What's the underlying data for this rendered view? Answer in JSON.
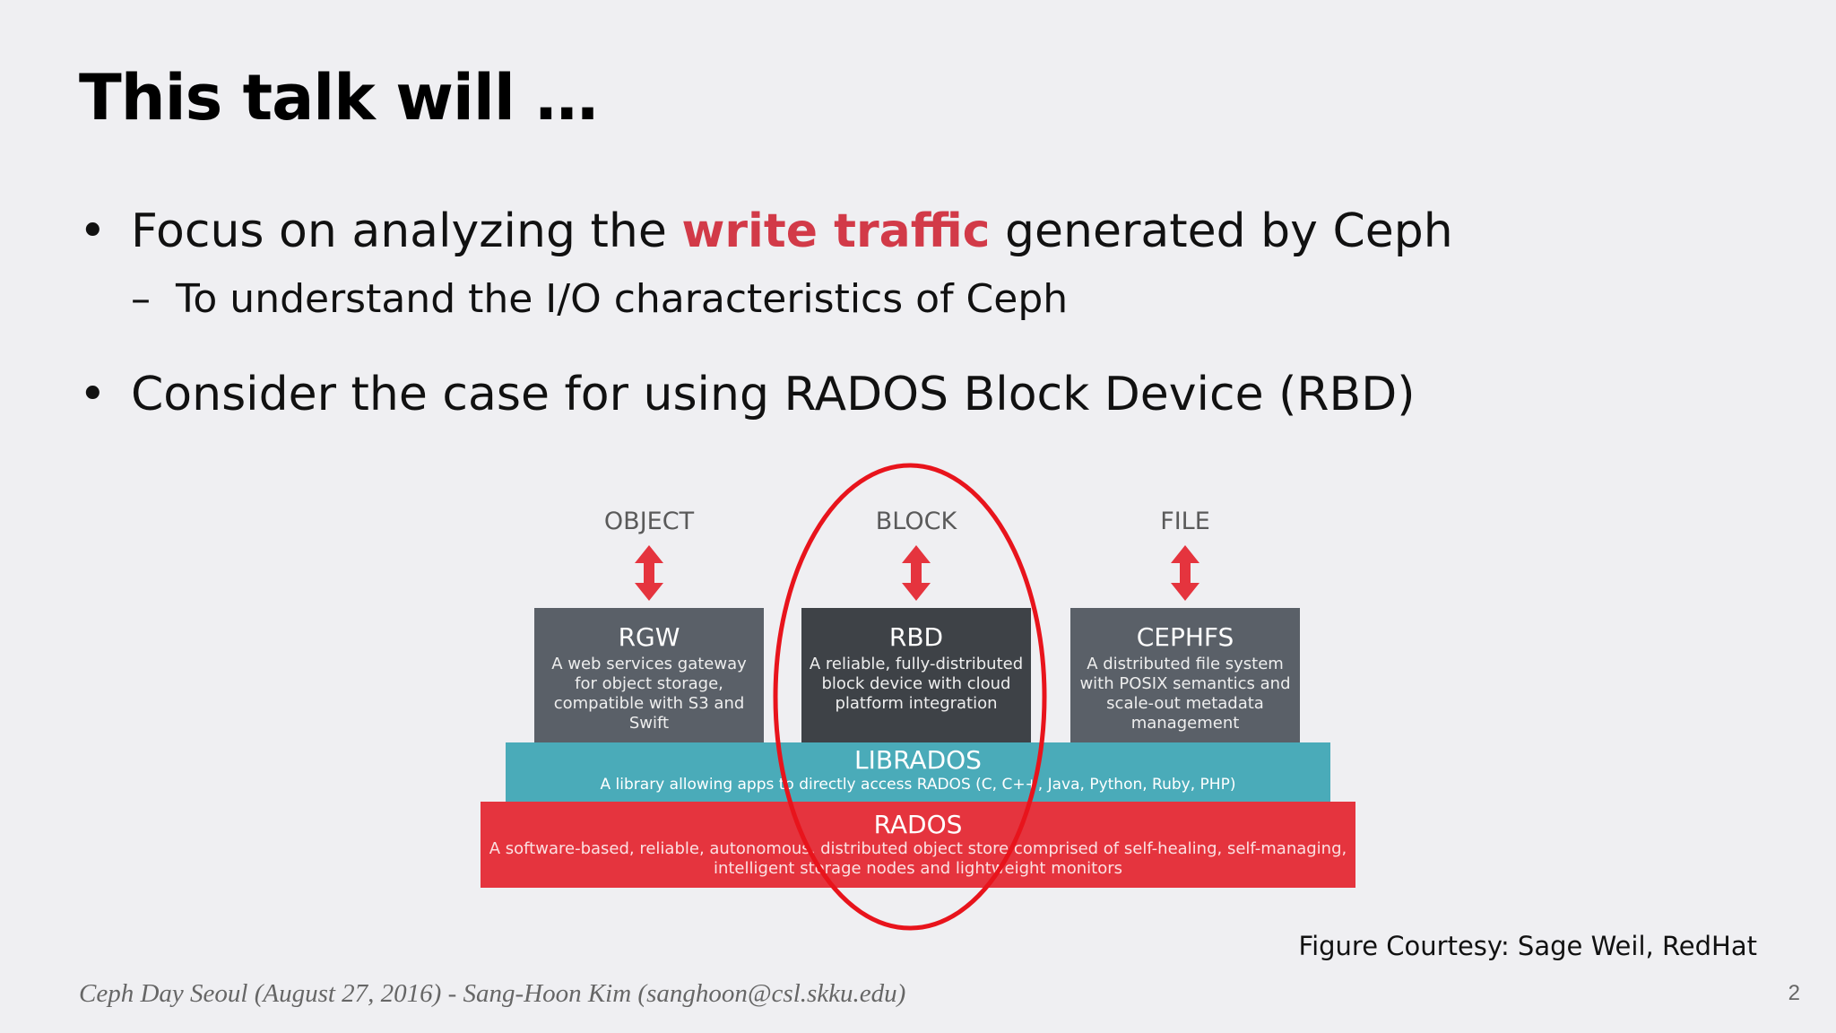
{
  "title": "This talk will …",
  "bullets": [
    {
      "marker": "•",
      "before": "Focus on analyzing the ",
      "highlight": "write traffic",
      "after": " generated by Ceph"
    },
    {
      "marker": "•",
      "text": "Consider the case for using RADOS Block Device (RBD)"
    }
  ],
  "sub_bullet": {
    "marker": "–",
    "text": "To understand the I/O characteristics of Ceph"
  },
  "figure": {
    "columns": [
      {
        "label": "OBJECT",
        "name": "RGW",
        "desc": "A web services gateway for object storage, compatible with S3 and Swift"
      },
      {
        "label": "BLOCK",
        "name": "RBD",
        "desc": "A reliable, fully-distributed block device with cloud platform integration"
      },
      {
        "label": "FILE",
        "name": "CEPHFS",
        "desc": "A distributed file system with POSIX semantics and scale-out metadata management"
      }
    ],
    "librados": {
      "name": "LIBRADOS",
      "desc": "A library allowing apps to directly access RADOS (C, C++, Java, Python, Ruby, PHP)"
    },
    "rados": {
      "name": "RADOS",
      "desc": "A software-based, reliable, autonomous, distributed object store comprised of self-healing, self-managing, intelligent storage nodes and lightweight monitors"
    },
    "colors": {
      "box": "#5a6068",
      "box_highlight": "#3e4247",
      "librados": "#4aabb9",
      "rados": "#e5343e",
      "arrow": "#e5343e",
      "circle": "#e8141c"
    }
  },
  "credit": "Figure Courtesy: Sage Weil, RedHat",
  "footer": "Ceph Day Seoul (August 27, 2016) - Sang-Hoon Kim (sanghoon@csl.skku.edu)",
  "page_number": "2"
}
